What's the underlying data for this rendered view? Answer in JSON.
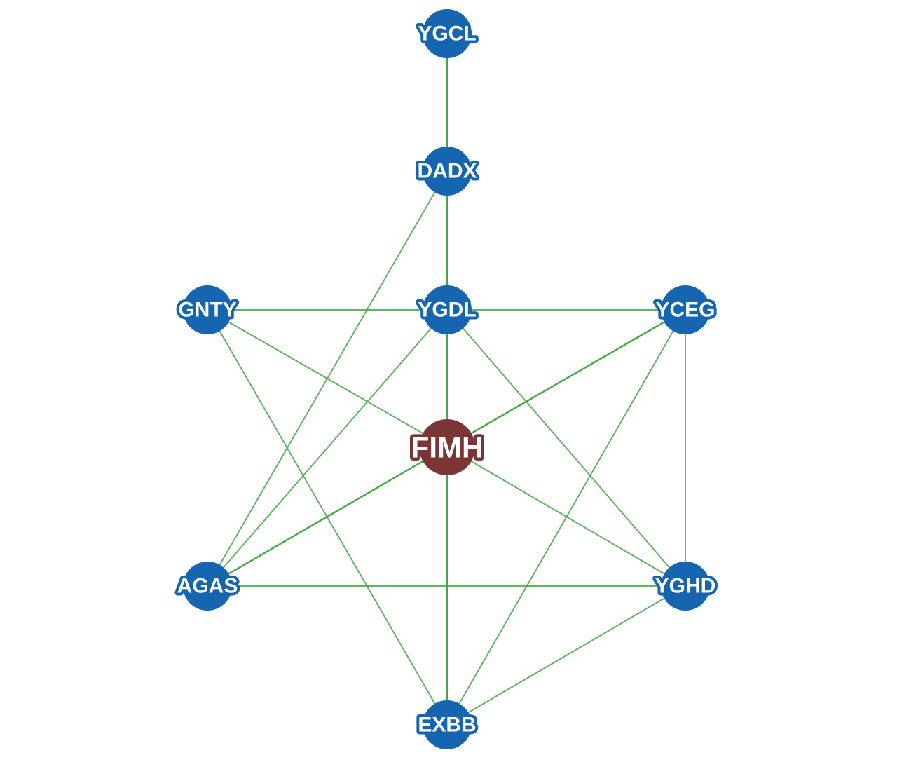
{
  "network": {
    "colors": {
      "node": "#1565b0",
      "focus_node": "#7b3535",
      "edge": "#3aa33a"
    },
    "nodes": [
      {
        "id": "YGCL",
        "label": "YGCL",
        "focus": false
      },
      {
        "id": "DADX",
        "label": "DADX",
        "focus": false
      },
      {
        "id": "GNTY",
        "label": "GNTY",
        "focus": false
      },
      {
        "id": "YGDL",
        "label": "YGDL",
        "focus": false
      },
      {
        "id": "YCEG",
        "label": "YCEG",
        "focus": false
      },
      {
        "id": "FIMH",
        "label": "FIMH",
        "focus": true
      },
      {
        "id": "AGAS",
        "label": "AGAS",
        "focus": false
      },
      {
        "id": "YGHD",
        "label": "YGHD",
        "focus": false
      },
      {
        "id": "EXBB",
        "label": "EXBB",
        "focus": false
      }
    ],
    "edges": [
      {
        "source": "YGCL",
        "target": "DADX",
        "strong": true
      },
      {
        "source": "DADX",
        "target": "YGDL",
        "strong": true
      },
      {
        "source": "DADX",
        "target": "AGAS",
        "strong": false
      },
      {
        "source": "GNTY",
        "target": "YGDL",
        "strong": false
      },
      {
        "source": "YGDL",
        "target": "YCEG",
        "strong": false
      },
      {
        "source": "GNTY",
        "target": "FIMH",
        "strong": false
      },
      {
        "source": "GNTY",
        "target": "EXBB",
        "strong": false
      },
      {
        "source": "YGDL",
        "target": "FIMH",
        "strong": true
      },
      {
        "source": "YGDL",
        "target": "AGAS",
        "strong": false
      },
      {
        "source": "YGDL",
        "target": "YGHD",
        "strong": false
      },
      {
        "source": "YCEG",
        "target": "FIMH",
        "strong": true
      },
      {
        "source": "YCEG",
        "target": "YGHD",
        "strong": false
      },
      {
        "source": "YCEG",
        "target": "EXBB",
        "strong": false
      },
      {
        "source": "FIMH",
        "target": "AGAS",
        "strong": true
      },
      {
        "source": "FIMH",
        "target": "YGHD",
        "strong": false
      },
      {
        "source": "FIMH",
        "target": "EXBB",
        "strong": true
      },
      {
        "source": "AGAS",
        "target": "YGHD",
        "strong": false
      },
      {
        "source": "YGHD",
        "target": "EXBB",
        "strong": false
      }
    ]
  }
}
